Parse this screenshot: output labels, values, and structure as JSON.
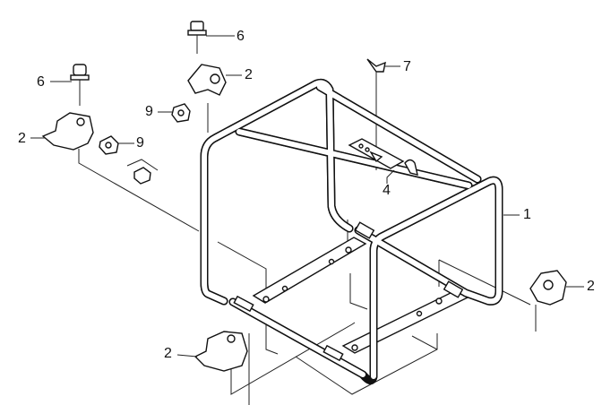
{
  "diagram": {
    "type": "exploded parts diagram",
    "callouts": [
      {
        "id": "bolt-top",
        "text": "6"
      },
      {
        "id": "mount-top",
        "text": "2"
      },
      {
        "id": "wing-bolt",
        "text": "7"
      },
      {
        "id": "bolt-left",
        "text": "6"
      },
      {
        "id": "nut-top",
        "text": "9"
      },
      {
        "id": "mount-left",
        "text": "2"
      },
      {
        "id": "nut-left",
        "text": "9"
      },
      {
        "id": "bracket",
        "text": "4"
      },
      {
        "id": "frame",
        "text": "1"
      },
      {
        "id": "mount-right",
        "text": "2"
      },
      {
        "id": "mount-bottom",
        "text": "2"
      }
    ],
    "colors": {
      "line": "#111111",
      "background": "#ffffff"
    }
  }
}
